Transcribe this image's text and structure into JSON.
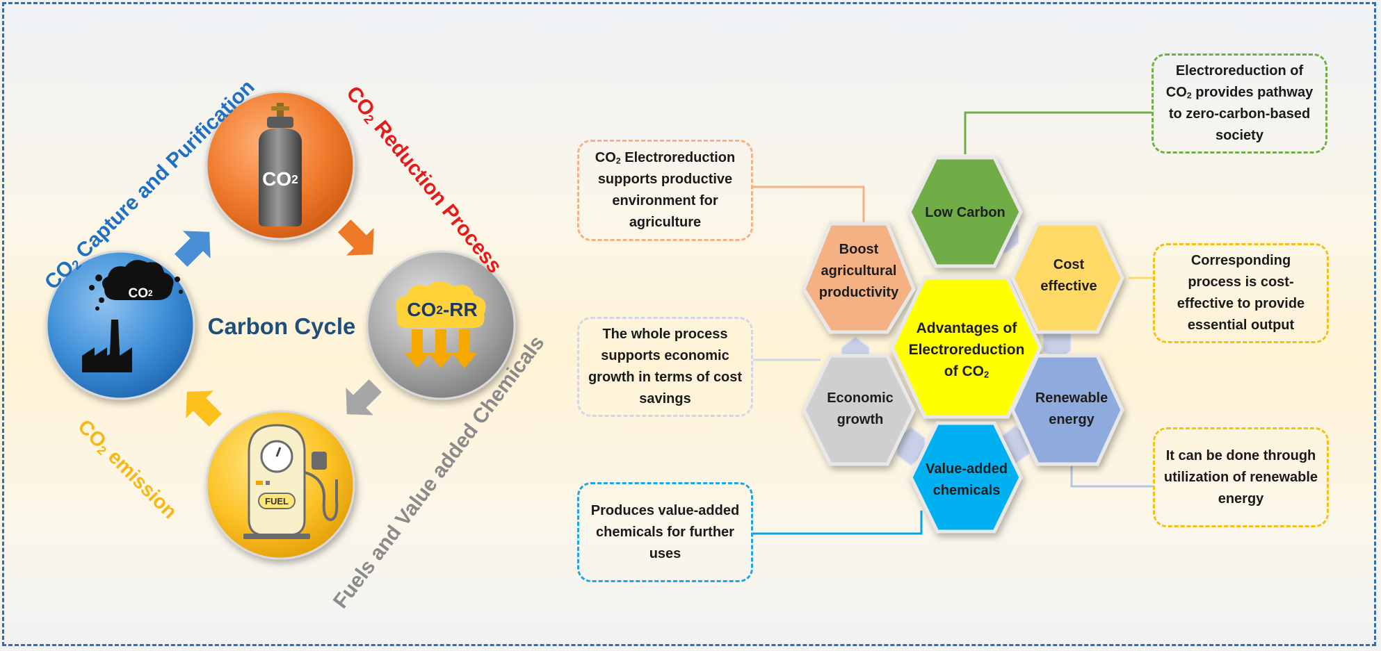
{
  "carbon_cycle": {
    "center_label": "Carbon Cycle",
    "capture": {
      "prefix": "CO",
      "sub": "2",
      "text": " Capture and Purification"
    },
    "reduction": {
      "prefix": "CO",
      "sub": "2",
      "text": " Reduction Process"
    },
    "fuels": "Fuels and Value added Chemicals",
    "emission": {
      "prefix": "CO",
      "sub": "2",
      "text": " emission"
    },
    "cylinder_label": {
      "prefix": "CO",
      "sub": "2"
    },
    "cloud_label": {
      "prefix": "CO",
      "sub": "2"
    },
    "co2rr_label": {
      "prefix": "CO",
      "sub": "2",
      "suffix": "-RR"
    },
    "fuel_label": "FUEL",
    "colors": {
      "capture": "#1f6fc3",
      "reduction": "#e51b1b",
      "fuels": "#8a8a8a",
      "emission": "#f6b817"
    }
  },
  "hexagons": {
    "center": {
      "line1": "Advantages of",
      "line2": "Electroreduction",
      "line3_prefix": "of CO",
      "line3_sub": "2"
    },
    "low_carbon": "Low Carbon",
    "boost": "Boost agricultural productivity",
    "cost": "Cost effective",
    "economic": "Economic growth",
    "renewable": "Renewable energy",
    "value_added": "Value-added chemicals",
    "colors": {
      "center": "#ffff00",
      "low_carbon": "#70ad47",
      "boost": "#f4b183",
      "cost": "#ffd966",
      "economic": "#d0cece",
      "renewable": "#8faadc",
      "value_added": "#00b0f0"
    }
  },
  "boxes": {
    "agri": {
      "prefix": "CO",
      "sub": "2",
      "text": " Electroreduction supports productive environment for agriculture"
    },
    "zero_carbon": {
      "pre": "Electroreduction of CO",
      "sub": "2",
      "text": " provides pathway to zero-carbon-based society"
    },
    "cost": "Corresponding process is cost-effective to provide essential output",
    "economic": "The whole process supports economic growth in terms of cost savings",
    "renewable": "It can be done through utilization of renewable energy",
    "value": "Produces value-added chemicals for further uses"
  }
}
